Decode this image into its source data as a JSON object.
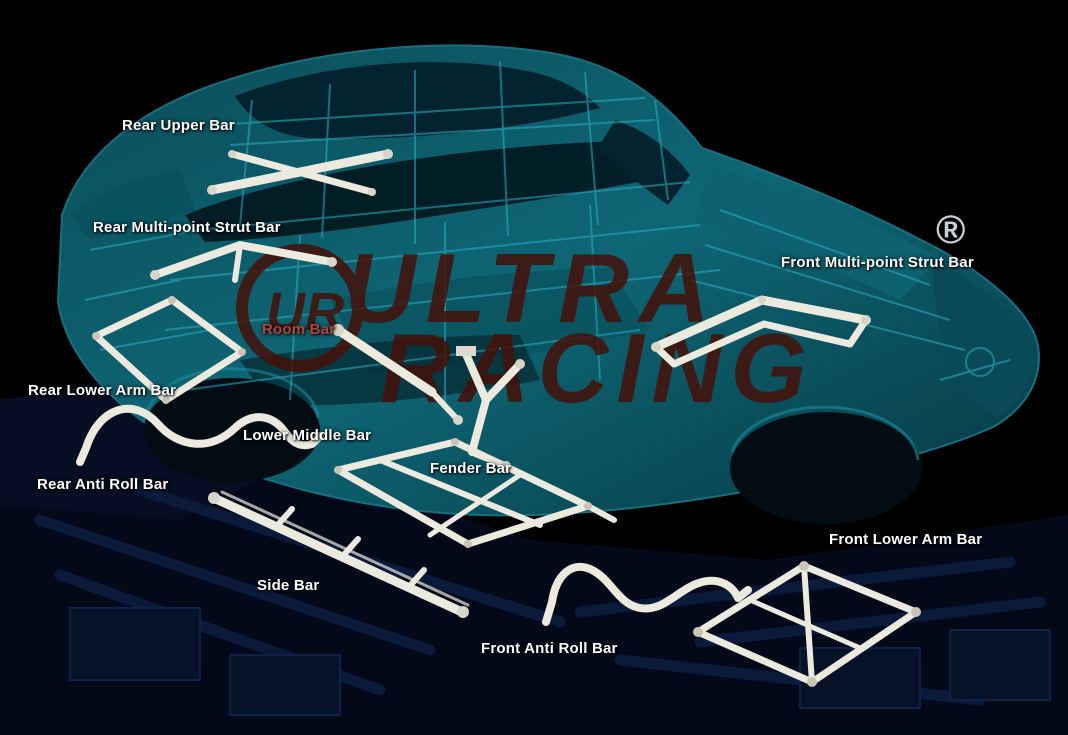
{
  "diagram": {
    "description": "Ultra Racing car chassis strengthening bars diagram",
    "background_color": "#000000",
    "car_body_color": "#0d6170",
    "car_frame_line_color": "#27b0c4",
    "bar_color": "#eceadf",
    "floor_color": "#04091a"
  },
  "watermark": {
    "line1": "ULTRA",
    "line2": "RACING",
    "monogram": "UR",
    "registered": "®",
    "color": "#451008"
  },
  "labels": [
    {
      "id": "rear-upper-bar",
      "text": "Rear Upper Bar",
      "color": "#ffffff"
    },
    {
      "id": "rear-multi-point-strut-bar",
      "text": "Rear Multi-point Strut Bar",
      "color": "#ffffff"
    },
    {
      "id": "front-multi-point-strut-bar",
      "text": "Front Multi-point Strut Bar",
      "color": "#ffffff"
    },
    {
      "id": "room-bar",
      "text": "Room Bar",
      "color": "#b0453a"
    },
    {
      "id": "rear-lower-arm-bar",
      "text": "Rear Lower Arm Bar",
      "color": "#ffffff"
    },
    {
      "id": "lower-middle-bar",
      "text": "Lower Middle Bar",
      "color": "#ffffff"
    },
    {
      "id": "rear-anti-roll-bar",
      "text": "Rear Anti Roll Bar",
      "color": "#ffffff"
    },
    {
      "id": "fender-bar",
      "text": "Fender Bar",
      "color": "#ffffff"
    },
    {
      "id": "side-bar",
      "text": "Side Bar",
      "color": "#ffffff"
    },
    {
      "id": "front-anti-roll-bar",
      "text": "Front Anti Roll Bar",
      "color": "#ffffff"
    },
    {
      "id": "front-lower-arm-bar",
      "text": "Front Lower Arm Bar",
      "color": "#ffffff"
    }
  ]
}
